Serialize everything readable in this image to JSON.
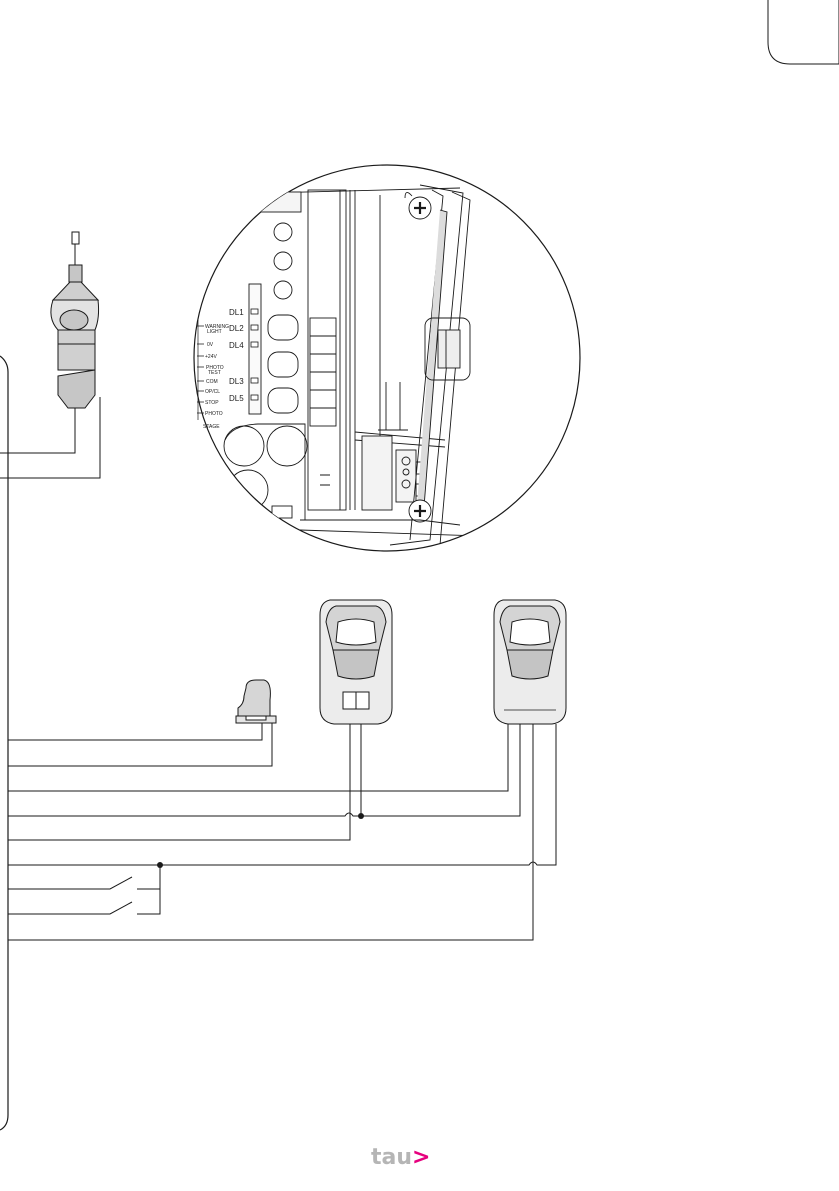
{
  "board": {
    "leds": [
      {
        "label": "DL1"
      },
      {
        "label": "DL2"
      },
      {
        "label": "DL4"
      },
      {
        "label": "DL3"
      },
      {
        "label": "DL5"
      }
    ],
    "terminals": [
      {
        "label": "WARNING"
      },
      {
        "label": "LIGHT"
      },
      {
        "label": "0V"
      },
      {
        "label": "+24V"
      },
      {
        "label": "PHOTO"
      },
      {
        "label": "TEST"
      },
      {
        "label": "COM"
      },
      {
        "label": "OP/CL"
      },
      {
        "label": "STOP"
      },
      {
        "label": "PHOTO"
      },
      {
        "label": "STAGE"
      }
    ]
  },
  "brand": {
    "name": "tau",
    "mark": ">",
    "color_text": "#b5b5b5",
    "color_mark": "#e6007e"
  },
  "colors": {
    "line": "#1a1a1a",
    "device_fill": "#e3e3e3",
    "device_dark": "#c6c6c6"
  }
}
